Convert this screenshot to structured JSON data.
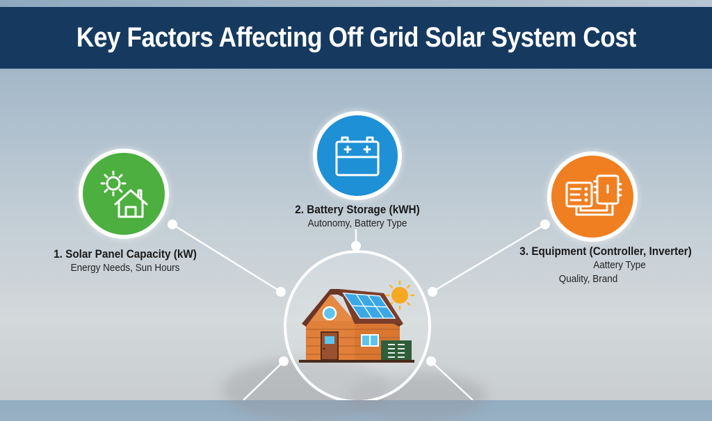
{
  "header": {
    "title": "Key Factors Affecting Off Grid Solar System Cost"
  },
  "colors": {
    "header_bg": "#163a5f",
    "factor1": "#4caf3f",
    "factor2": "#1e90d6",
    "factor3": "#f07f22"
  },
  "factors": [
    {
      "title": "1. Solar Panel Capacity (kW)",
      "details": [
        "Energy Needs, Sun Hours"
      ],
      "icon": "sun-house-icon"
    },
    {
      "title": "2. Battery Storage (kWH)",
      "details": [
        "Autonomy, Battery Type"
      ],
      "icon": "battery-icon"
    },
    {
      "title": "3. Equipment (Controller, Inverter)",
      "details": [
        "Aattery Type",
        "Quality, Brand"
      ],
      "icon": "controller-inverter-icon"
    }
  ],
  "center": {
    "icon": "off-grid-house-icon"
  }
}
